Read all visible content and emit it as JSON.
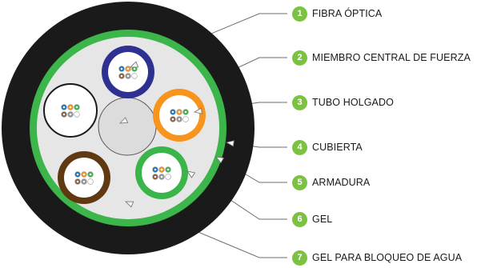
{
  "colors": {
    "jacket": "#1a1a1a",
    "armor": "#3cb54a",
    "gel": "#e6e6e6",
    "badge": "#7cc242",
    "leader": "#6d6e71",
    "tube_blue": "#2e3192",
    "tube_orange": "#f7941d",
    "tube_green": "#39b54a",
    "tube_brown": "#603913",
    "tube_white": "#ffffff",
    "fiber_blue": "#1c75bc",
    "fiber_orange": "#f7941d",
    "fiber_green": "#39b54a",
    "fiber_brown": "#8b5e3c",
    "fiber_gray": "#939598",
    "fiber_white": "#ffffff"
  },
  "labels": [
    {
      "num": "1",
      "text": "FIBRA ÓPTICA"
    },
    {
      "num": "2",
      "text": "MIEMBRO CENTRAL DE FUERZA"
    },
    {
      "num": "3",
      "text": "TUBO HOLGADO"
    },
    {
      "num": "4",
      "text": "CUBIERTA"
    },
    {
      "num": "5",
      "text": "ARMADURA"
    },
    {
      "num": "6",
      "text": "GEL"
    },
    {
      "num": "7",
      "text": "GEL PARA BLOQUEO DE AGUA"
    }
  ]
}
